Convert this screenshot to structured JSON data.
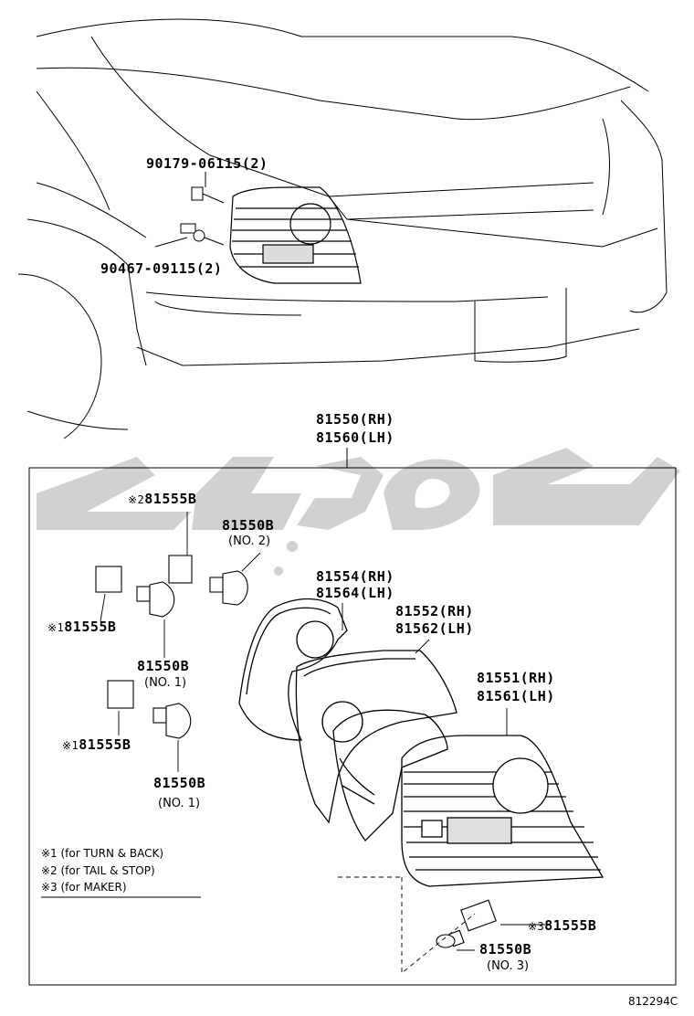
{
  "parts": {
    "p1": "90179-06115(2)",
    "p2": "90467-09115(2)",
    "assy_rh": "81550(RH)",
    "assy_lh": "81560(LH)",
    "socket_tail": "81555B",
    "bulb_no2": "81550B",
    "bulb_no2_sub": "(NO. 2)",
    "gasket_rh": "81554(RH)",
    "gasket_lh": "81564(LH)",
    "housing_rh": "81552(RH)",
    "housing_lh": "81562(LH)",
    "lens_rh": "81551(RH)",
    "lens_lh": "81561(LH)",
    "socket_turn1": "81555B",
    "bulb_no1a": "81550B",
    "bulb_no1a_sub": "(NO. 1)",
    "socket_turn2": "81555B",
    "bulb_no1b": "81550B",
    "bulb_no1b_sub": "(NO. 1)",
    "socket_marker": "81555B",
    "bulb_no3": "81550B",
    "bulb_no3_sub": "(NO. 3)"
  },
  "marks": {
    "m1": "※1",
    "m2": "※2",
    "m3": "※3"
  },
  "notes": [
    "※1 (for TURN & BACK)",
    "※2 (for TAIL & STOP)",
    "※3 (for MAKER)"
  ],
  "diagram_code": "812294C",
  "colors": {
    "line": "#000000",
    "watermark": "#c8c8c8"
  }
}
